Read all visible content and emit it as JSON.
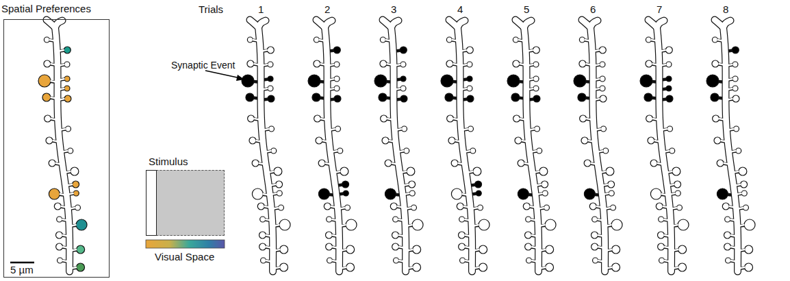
{
  "diagram": {
    "nodes": [
      {
        "text": [
          "Spatial Preferences",
          "5 µm"
        ]
      },
      {
        "text": [
          "Stimulus"
        ]
      }
    ],
    "labels": [
      "Trials",
      "1",
      "2",
      "3",
      "4",
      "5",
      "6",
      "7",
      "8",
      "Synaptic Event",
      "Visual Space"
    ]
  }
}
